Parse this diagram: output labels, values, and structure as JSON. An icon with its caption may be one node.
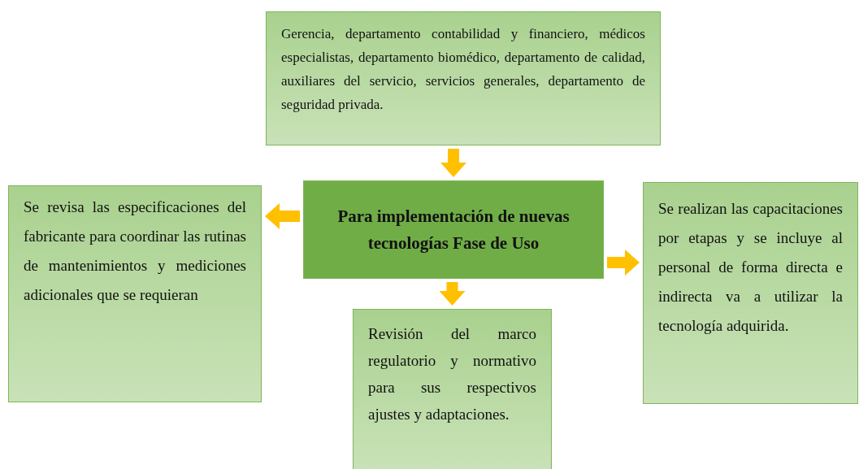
{
  "diagram": {
    "nodes": [
      {
        "text": [
          "Gerencia, departamento contabilidad y financiero, médicos especialistas, departamento biomédico, departamento de calidad, auxiliares del servicio, servicios generales, departamento de seguridad privada."
        ]
      },
      {
        "text": [
          "Para implementación de nuevas tecnologías Fase de Uso"
        ]
      },
      {
        "text": [
          "Se revisa las especificaciones del fabricante para coordinar las rutinas de mantenimientos y mediciones adicionales que se requieran"
        ]
      },
      {
        "text": [
          "Se realizan las capacitaciones por etapas y se incluye al personal de forma directa e indirecta va a utilizar la tecnología adquirida."
        ]
      },
      {
        "text": [
          "Revisión del marco regulatorio y normativo para sus respectivos ajustes y adaptaciones."
        ]
      }
    ],
    "edges": [
      {
        "from": 0,
        "to": 1,
        "arrow": "to"
      },
      {
        "from": 1,
        "to": 2,
        "arrow": "to"
      },
      {
        "from": 1,
        "to": 3,
        "arrow": "to"
      },
      {
        "from": 1,
        "to": 4,
        "arrow": "to"
      }
    ]
  }
}
